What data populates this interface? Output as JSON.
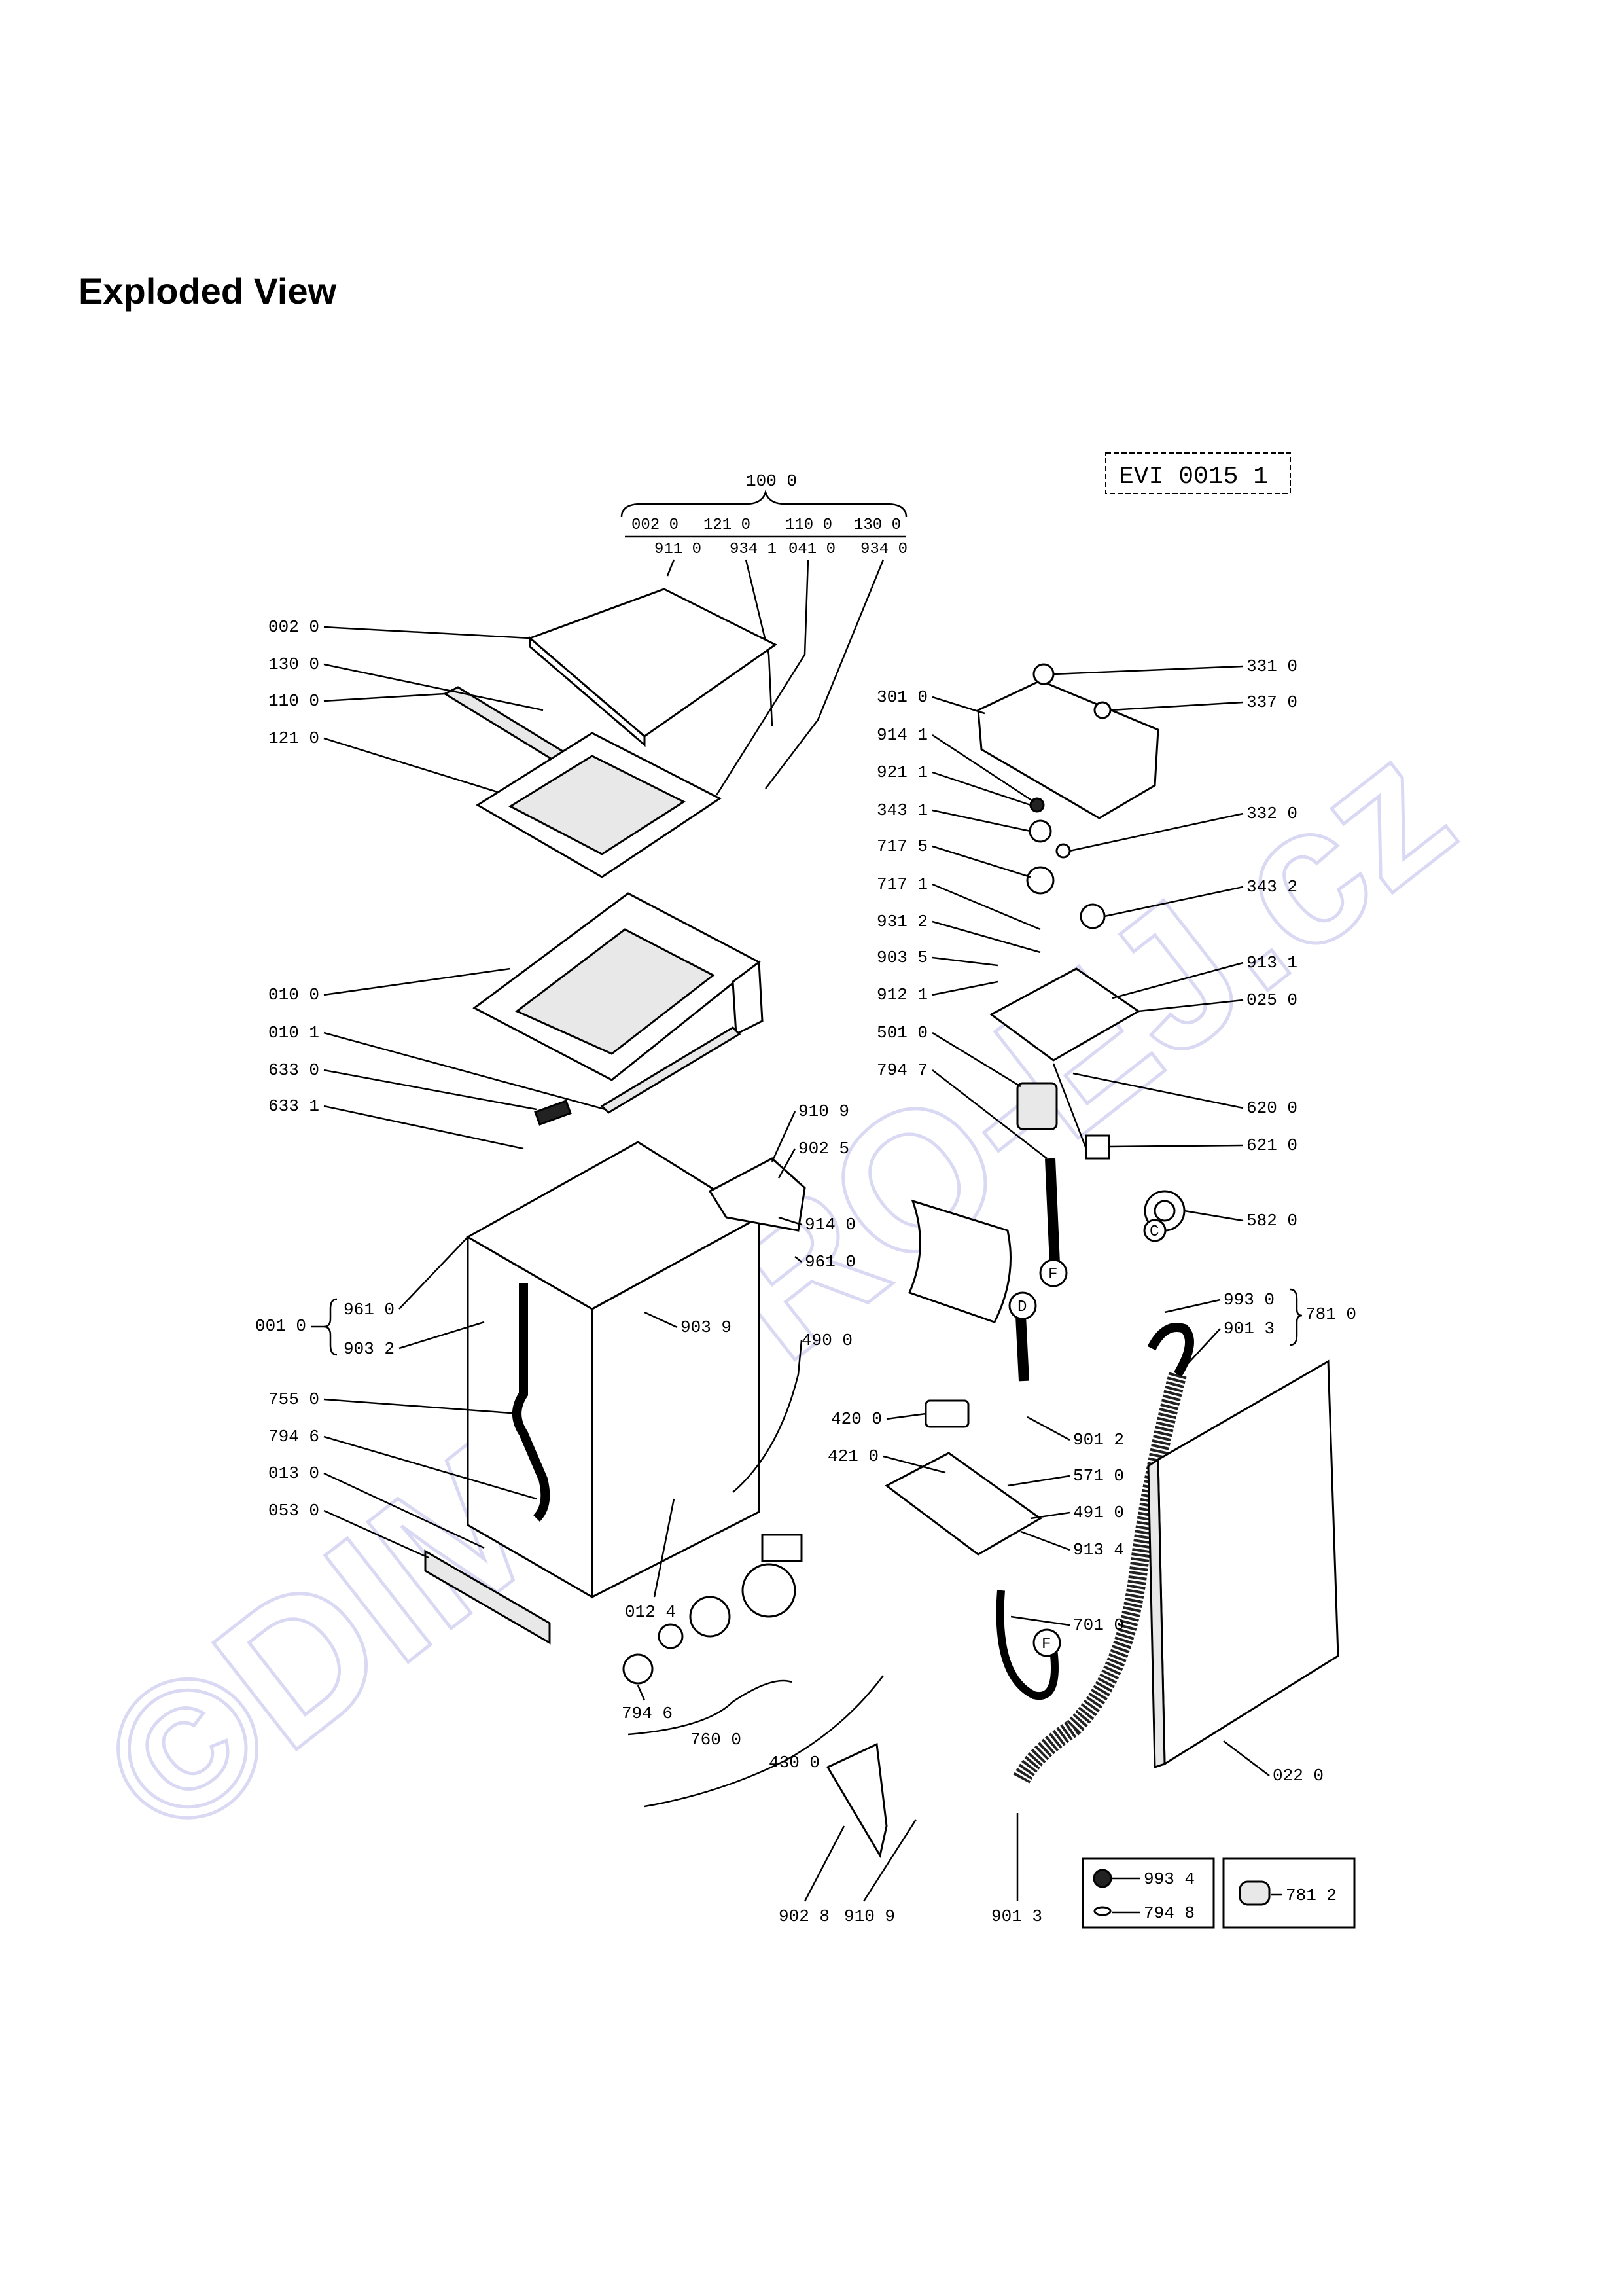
{
  "page": {
    "title": "Exploded View",
    "diagram_code": "EVI 0015 1",
    "watermark": "©DIMAPRO-EJ.cz"
  },
  "group_labels": {
    "top_group": "100 0",
    "top_subparts_row1": [
      "002 0",
      "121 0",
      "110 0",
      "130 0"
    ],
    "top_subparts_row2": [
      "911 0",
      "934 1",
      "041 0",
      "934 0"
    ],
    "group_001": "001 0",
    "group_001_items": [
      "961 0",
      "903 2"
    ],
    "group_781": "781 0",
    "group_781_items": [
      "993 0",
      "901 3"
    ]
  },
  "part_labels": {
    "p002": "002 0",
    "p130": "130 0",
    "p110": "110 0",
    "p121": "121 0",
    "p010": "010 0",
    "p0101": "010 1",
    "p633": "633 0",
    "p6331": "633 1",
    "p755": "755 0",
    "p7946": "794 6",
    "p013": "013 0",
    "p053": "053 0",
    "p0124": "012 4",
    "p7946b": "794 6",
    "p760": "760 0",
    "p430": "430 0",
    "p9028": "902 8",
    "p9109b": "910 9",
    "p9109": "910 9",
    "p9025": "902 5",
    "p914": "914 0",
    "p961": "961 0",
    "p9039": "903 9",
    "p490": "490 0",
    "p301": "301 0",
    "p9141": "914 1",
    "p9211": "921 1",
    "p3431": "343 1",
    "p7175": "717 5",
    "p7171": "717 1",
    "p9312": "931 2",
    "p9035": "903 5",
    "p9121": "912 1",
    "p501": "501 0",
    "p7947": "794 7",
    "p331": "331 0",
    "p337": "337 0",
    "p332": "332 0",
    "p3432": "343 2",
    "p9131": "913 1",
    "p025": "025 0",
    "p620": "620 0",
    "p621": "621 0",
    "p582": "582 0",
    "p420": "420 0",
    "p421": "421 0",
    "p9012": "901 2",
    "p571": "571 0",
    "p491": "491 0",
    "p9134": "913 4",
    "p701": "701 0",
    "p022": "022 0",
    "p9013b": "901 3",
    "p9934": "993 4",
    "p7948": "794 8",
    "p7812": "781 2"
  },
  "callouts": {
    "f1": "F",
    "f2": "F",
    "d1": "D",
    "c1": "C"
  }
}
